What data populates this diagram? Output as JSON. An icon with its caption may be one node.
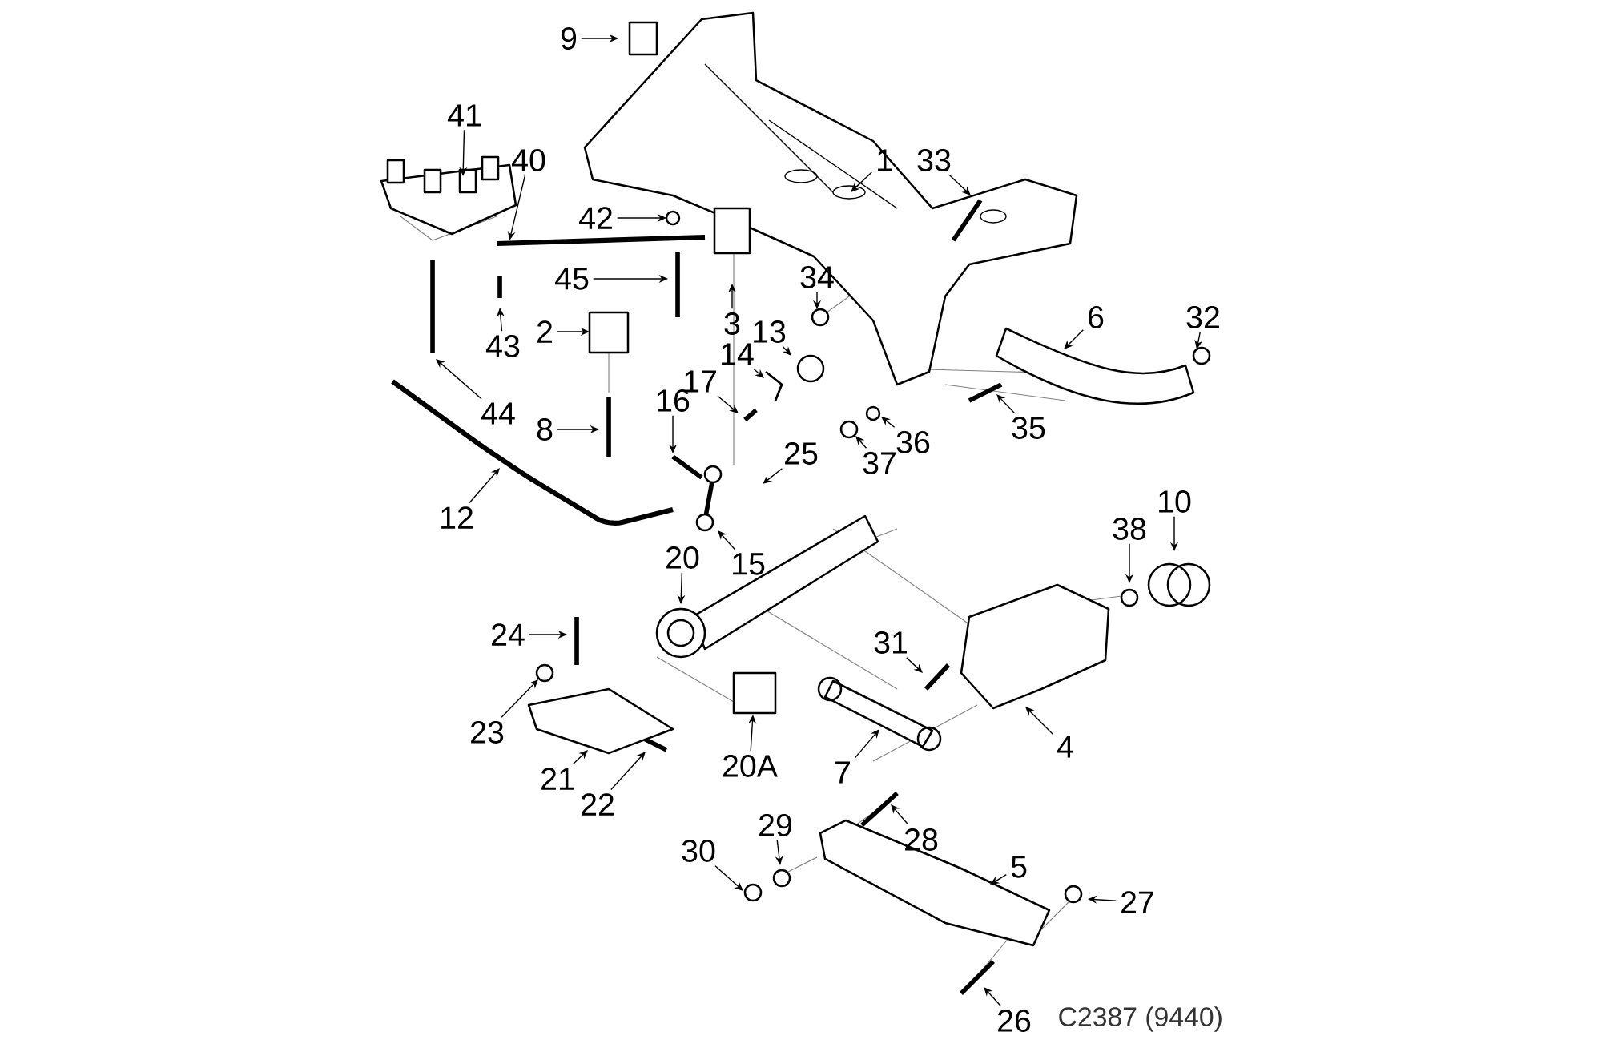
{
  "diagram": {
    "nodes": [
      {
        "text": [
          "9"
        ]
      },
      {
        "text": [
          "41"
        ]
      },
      {
        "text": [
          "1"
        ]
      },
      {
        "text": [
          "33"
        ]
      },
      {
        "text": [
          "40"
        ]
      },
      {
        "text": [
          "42"
        ]
      },
      {
        "text": [
          "45"
        ]
      },
      {
        "text": [
          "34"
        ]
      },
      {
        "text": [
          "6"
        ]
      },
      {
        "text": [
          "32"
        ]
      },
      {
        "text": [
          "3"
        ]
      },
      {
        "text": [
          "13"
        ]
      },
      {
        "text": [
          "2"
        ]
      },
      {
        "text": [
          "43"
        ]
      },
      {
        "text": [
          "14"
        ]
      },
      {
        "text": [
          "17"
        ]
      },
      {
        "text": [
          "16"
        ]
      },
      {
        "text": [
          "44"
        ]
      },
      {
        "text": [
          "35"
        ]
      },
      {
        "text": [
          "8"
        ]
      },
      {
        "text": [
          "36"
        ]
      },
      {
        "text": [
          "25"
        ]
      },
      {
        "text": [
          "37"
        ]
      },
      {
        "text": [
          "10"
        ]
      },
      {
        "text": [
          "12"
        ]
      },
      {
        "text": [
          "38"
        ]
      },
      {
        "text": [
          "20"
        ]
      },
      {
        "text": [
          "15"
        ]
      },
      {
        "text": [
          "24"
        ]
      },
      {
        "text": [
          "31"
        ]
      },
      {
        "text": [
          "23"
        ]
      },
      {
        "text": [
          "4"
        ]
      },
      {
        "text": [
          "20A"
        ]
      },
      {
        "text": [
          "7"
        ]
      },
      {
        "text": [
          "21"
        ]
      },
      {
        "text": [
          "22"
        ]
      },
      {
        "text": [
          "29"
        ]
      },
      {
        "text": [
          "28"
        ]
      },
      {
        "text": [
          "30"
        ]
      },
      {
        "text": [
          "5"
        ]
      },
      {
        "text": [
          "27"
        ]
      },
      {
        "text": [
          "26"
        ]
      }
    ],
    "edges": [
      {
        "from": 0,
        "to": null,
        "arrow": "to"
      },
      {
        "from": 1,
        "to": null,
        "arrow": "to"
      },
      {
        "from": 2,
        "to": null,
        "arrow": "to"
      },
      {
        "from": 3,
        "to": null,
        "arrow": "to"
      },
      {
        "from": 4,
        "to": null,
        "arrow": "to"
      },
      {
        "from": 5,
        "to": null,
        "arrow": "to"
      },
      {
        "from": 6,
        "to": null,
        "arrow": "to"
      },
      {
        "from": 7,
        "to": null,
        "arrow": "to"
      },
      {
        "from": 8,
        "to": null,
        "arrow": "to"
      },
      {
        "from": 9,
        "to": null,
        "arrow": "to"
      },
      {
        "from": 10,
        "to": null,
        "arrow": "to"
      },
      {
        "from": 11,
        "to": null,
        "arrow": "to"
      },
      {
        "from": 12,
        "to": null,
        "arrow": "to"
      },
      {
        "from": 13,
        "to": null,
        "arrow": "to"
      },
      {
        "from": 14,
        "to": null,
        "arrow": "to"
      },
      {
        "from": 15,
        "to": null,
        "arrow": "to"
      },
      {
        "from": 16,
        "to": null,
        "arrow": "to"
      },
      {
        "from": 17,
        "to": null,
        "arrow": "to"
      },
      {
        "from": 18,
        "to": null,
        "arrow": "to"
      },
      {
        "from": 19,
        "to": null,
        "arrow": "to"
      },
      {
        "from": 20,
        "to": null,
        "arrow": "to"
      },
      {
        "from": 21,
        "to": null,
        "arrow": "to"
      },
      {
        "from": 22,
        "to": null,
        "arrow": "to"
      },
      {
        "from": 23,
        "to": null,
        "arrow": "to"
      },
      {
        "from": 24,
        "to": null,
        "arrow": "to"
      },
      {
        "from": 25,
        "to": null,
        "arrow": "to"
      },
      {
        "from": 26,
        "to": null,
        "arrow": "to"
      },
      {
        "from": 27,
        "to": null,
        "arrow": "to"
      },
      {
        "from": 28,
        "to": null,
        "arrow": "to"
      },
      {
        "from": 29,
        "to": null,
        "arrow": "to"
      },
      {
        "from": 30,
        "to": null,
        "arrow": "to"
      },
      {
        "from": 31,
        "to": null,
        "arrow": "to"
      },
      {
        "from": 32,
        "to": null,
        "arrow": "to"
      },
      {
        "from": 33,
        "to": null,
        "arrow": "to"
      },
      {
        "from": 34,
        "to": null,
        "arrow": "to"
      },
      {
        "from": 35,
        "to": null,
        "arrow": "to"
      },
      {
        "from": 36,
        "to": null,
        "arrow": "to"
      },
      {
        "from": 37,
        "to": null,
        "arrow": "to"
      },
      {
        "from": 38,
        "to": null,
        "arrow": "to"
      },
      {
        "from": 39,
        "to": null,
        "arrow": "to"
      },
      {
        "from": 40,
        "to": null,
        "arrow": "to"
      },
      {
        "from": 41,
        "to": null,
        "arrow": "to"
      }
    ],
    "labels": [
      "C2387 (9440)"
    ]
  }
}
